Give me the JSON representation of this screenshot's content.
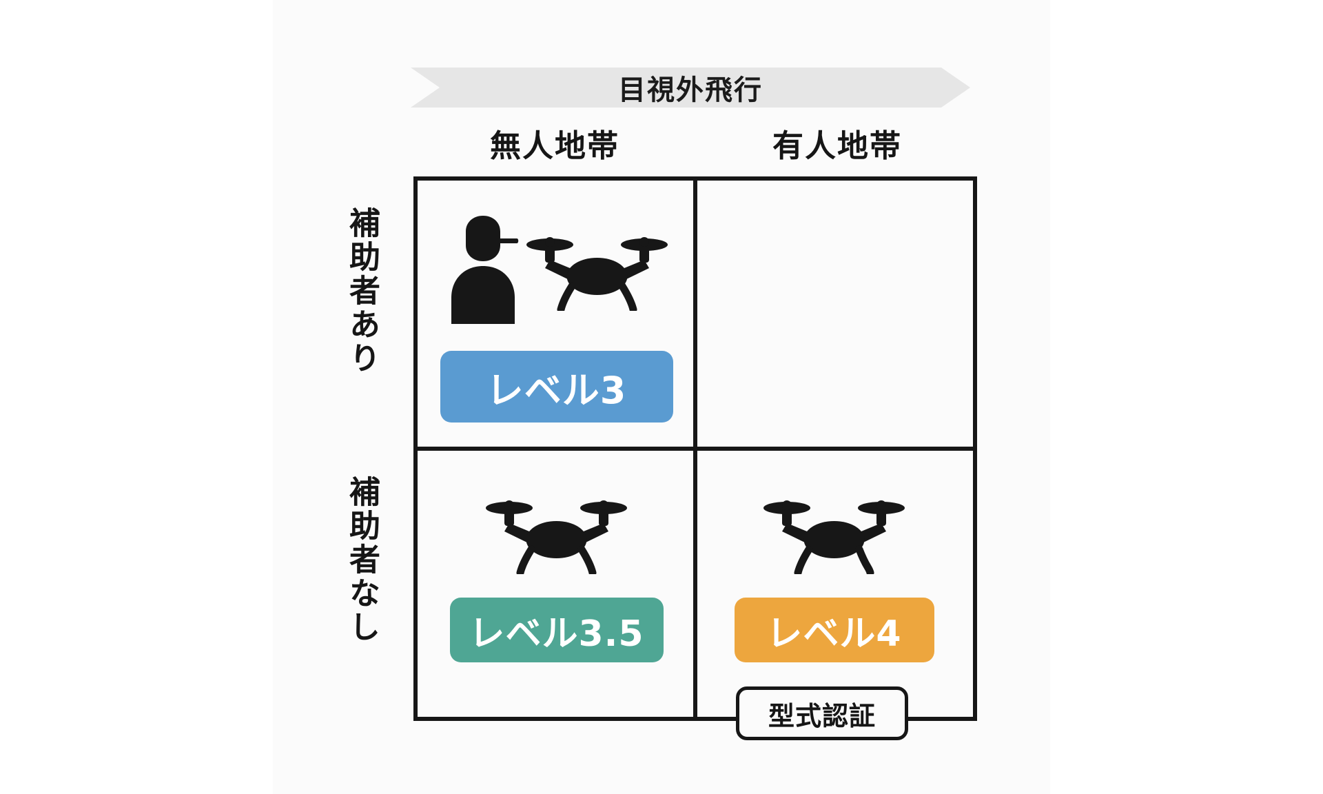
{
  "figure": {
    "banner_label": "目視外飛行",
    "columns": [
      {
        "label": "無人地帯"
      },
      {
        "label": "有人地帯"
      }
    ],
    "rows": [
      {
        "label": "補助者あり"
      },
      {
        "label": "補助者なし"
      }
    ],
    "cells": [
      {
        "id": "unmanned-with-observer",
        "badge_label": "レベル3",
        "badge_color": "#5a9bd1",
        "icons": [
          "operator-person-icon",
          "drone-icon"
        ]
      },
      {
        "id": "populated-with-observer",
        "badge_label": "",
        "badge_color": "",
        "icons": []
      },
      {
        "id": "unmanned-without-observer",
        "badge_label": "レベル3.5",
        "badge_color": "#4fa694",
        "icons": [
          "drone-icon"
        ]
      },
      {
        "id": "populated-without-observer",
        "badge_label": "レベル4",
        "badge_color": "#eda63e",
        "icons": [
          "drone-icon"
        ]
      }
    ],
    "annotation": {
      "label": "型式認証"
    },
    "colors": {
      "banner_bg": "#e6e6e6",
      "line": "#171717",
      "plate_bg": "#fbfbfb",
      "page_bg": "#ffffff",
      "level3": "#5a9bd1",
      "level35": "#4fa694",
      "level4": "#eda63e"
    }
  }
}
